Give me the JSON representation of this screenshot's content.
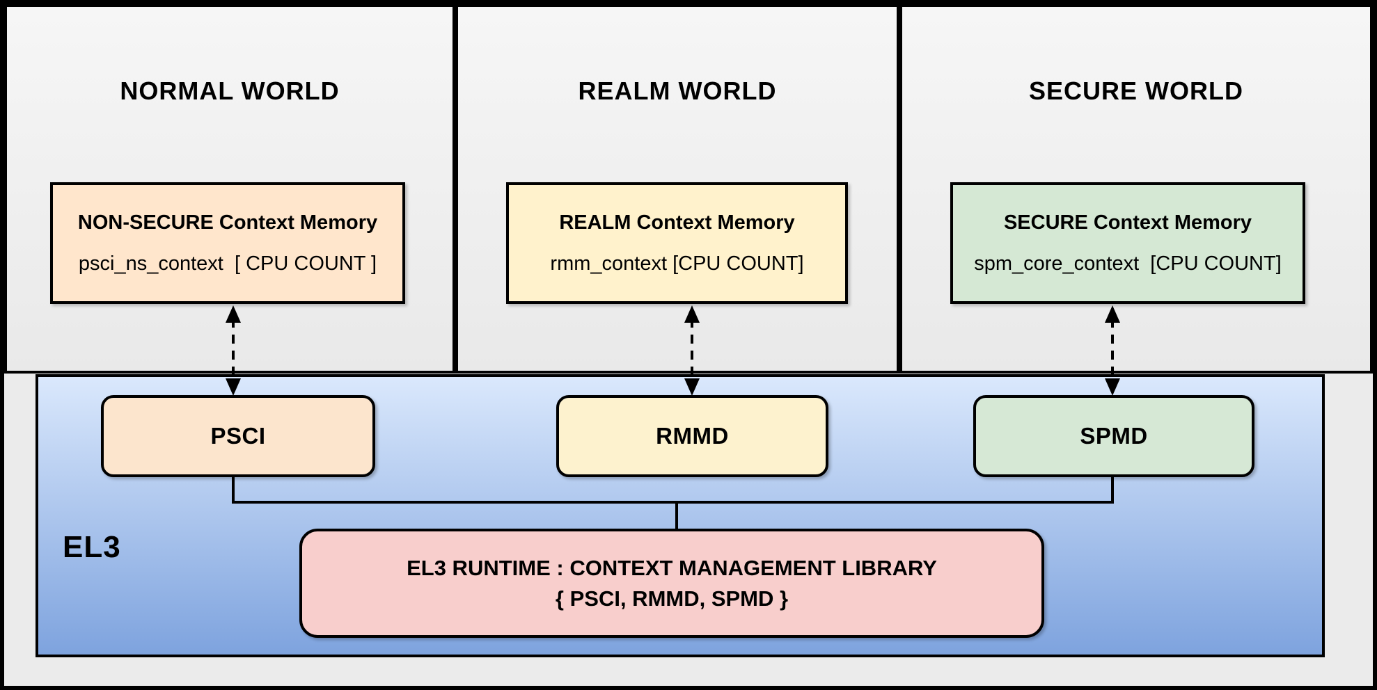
{
  "diagram": {
    "worlds": [
      {
        "title": "NORMAL WORLD",
        "memory_box": {
          "title": "NON-SECURE Context Memory",
          "detail": "psci_ns_context  [ CPU COUNT ]"
        },
        "dispatcher": "PSCI"
      },
      {
        "title": "REALM WORLD",
        "memory_box": {
          "title": "REALM Context Memory",
          "detail": "rmm_context [CPU COUNT]"
        },
        "dispatcher": "RMMD"
      },
      {
        "title": "SECURE WORLD",
        "memory_box": {
          "title": "SECURE Context Memory",
          "detail": "spm_core_context  [CPU COUNT]"
        },
        "dispatcher": "SPMD"
      }
    ],
    "el3": {
      "label": "EL3",
      "runtime_box": {
        "line1": "EL3 RUNTIME : CONTEXT MANAGEMENT LIBRARY",
        "line2": "{ PSCI, RMMD, SPMD }"
      }
    },
    "colors": {
      "normal_world_fill": "#FFE6CC",
      "realm_world_fill": "#FFF2CC",
      "secure_world_fill": "#D5E8D4",
      "runtime_fill": "#F8CECC",
      "el3_gradient_top": "#DAE8FC",
      "el3_gradient_bottom": "#7EA3DE",
      "panel_fill": "#F2F2F2",
      "stroke": "#000000"
    }
  }
}
